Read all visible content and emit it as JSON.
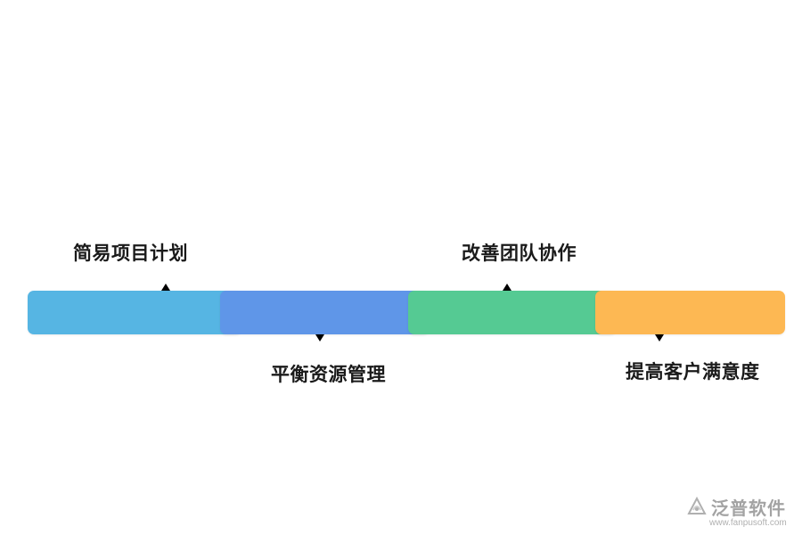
{
  "diagram": {
    "steps": [
      {
        "label": "简易项目计划",
        "color": "#56b5e3",
        "label_position": "above"
      },
      {
        "label": "平衡资源管理",
        "color": "#5f96e8",
        "label_position": "below"
      },
      {
        "label": "改善团队协作",
        "color": "#55ca93",
        "label_position": "above"
      },
      {
        "label": "提高客户满意度",
        "color": "#fdb853",
        "label_position": "below"
      }
    ]
  },
  "watermark": {
    "brand": "泛普软件",
    "url": "www.fanpusoft.com",
    "icon": "fanpu-logo-icon"
  }
}
